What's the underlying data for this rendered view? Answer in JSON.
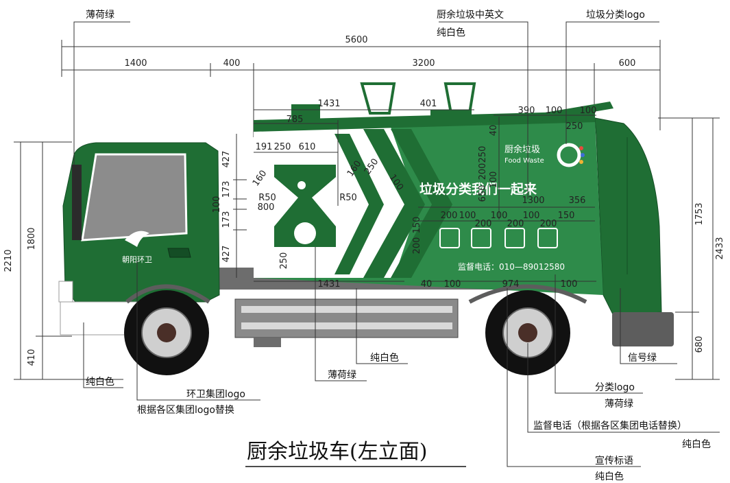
{
  "title": "厨余垃圾车(左立面)",
  "colors": {
    "mint_green": "#2e8b4a",
    "dark_green": "#1f6e34",
    "light_green": "#3aa856",
    "white": "#ffffff",
    "grey": "#707070"
  },
  "dimensions": {
    "overall_length": "5600",
    "seg1": "1400",
    "seg2": "400",
    "seg3": "3200",
    "seg4": "600",
    "height_total": "2210",
    "height_cab": "1800",
    "height_ground": "410",
    "right_upper": "1753",
    "right_total": "2433",
    "right_lower": "680",
    "d1431_top": "1431",
    "d401": "401",
    "d785": "785",
    "d390": "390",
    "d100a": "100",
    "d100b": "100",
    "d250a": "250",
    "d40": "40",
    "d191": "191",
    "d250b": "250",
    "d610": "610",
    "d427a": "427",
    "d173a": "173",
    "d100c": "100",
    "d173b": "173",
    "d427b": "427",
    "d160a": "160",
    "d160b": "160",
    "d250c": "250",
    "d100d": "100",
    "d250d": "250",
    "d200a": "200",
    "d100e": "100",
    "d650": "650",
    "dR50a": "R50",
    "dR50b": "R50",
    "d800": "800",
    "d1300": "1300",
    "d356": "356",
    "d200b": "200",
    "d100f": "100",
    "d200c": "200",
    "d100g": "100",
    "d200d": "200",
    "d100h": "100",
    "d200e": "200",
    "d150a": "150",
    "d150b": "150",
    "d200f": "200",
    "d250e": "250",
    "d1431_bot": "1431",
    "d40b": "40",
    "d100i": "100",
    "d974": "974",
    "d100j": "100"
  },
  "truck": {
    "brand_logo_text": "朝阳环卫",
    "food_waste_cn": "厨余垃圾",
    "food_waste_en": "Food Waste",
    "slogan": "垃圾分类我们一起来",
    "phone": "监督电话：010—89012580"
  },
  "annotations": {
    "mint_green_top": "薄荷绿",
    "kitchen_cn_en": "厨余垃圾中英文",
    "pure_white_top": "纯白色",
    "sort_logo_top": "垃圾分类logo",
    "pure_white_cab": "纯白色",
    "sanitation_logo": "环卫集团logo",
    "replace_logo": "根据各区集团logo替换",
    "mint_green_bottom": "薄荷绿",
    "pure_white_mid": "纯白色",
    "signal_green": "信号绿",
    "sort_logo_bottom": "分类logo",
    "mint_green_right": "薄荷绿",
    "supervise_phone": "监督电话（根据各区集团电话替换）",
    "pure_white_right": "纯白色",
    "slogan_label": "宣传标语",
    "pure_white_bottom": "纯白色"
  }
}
